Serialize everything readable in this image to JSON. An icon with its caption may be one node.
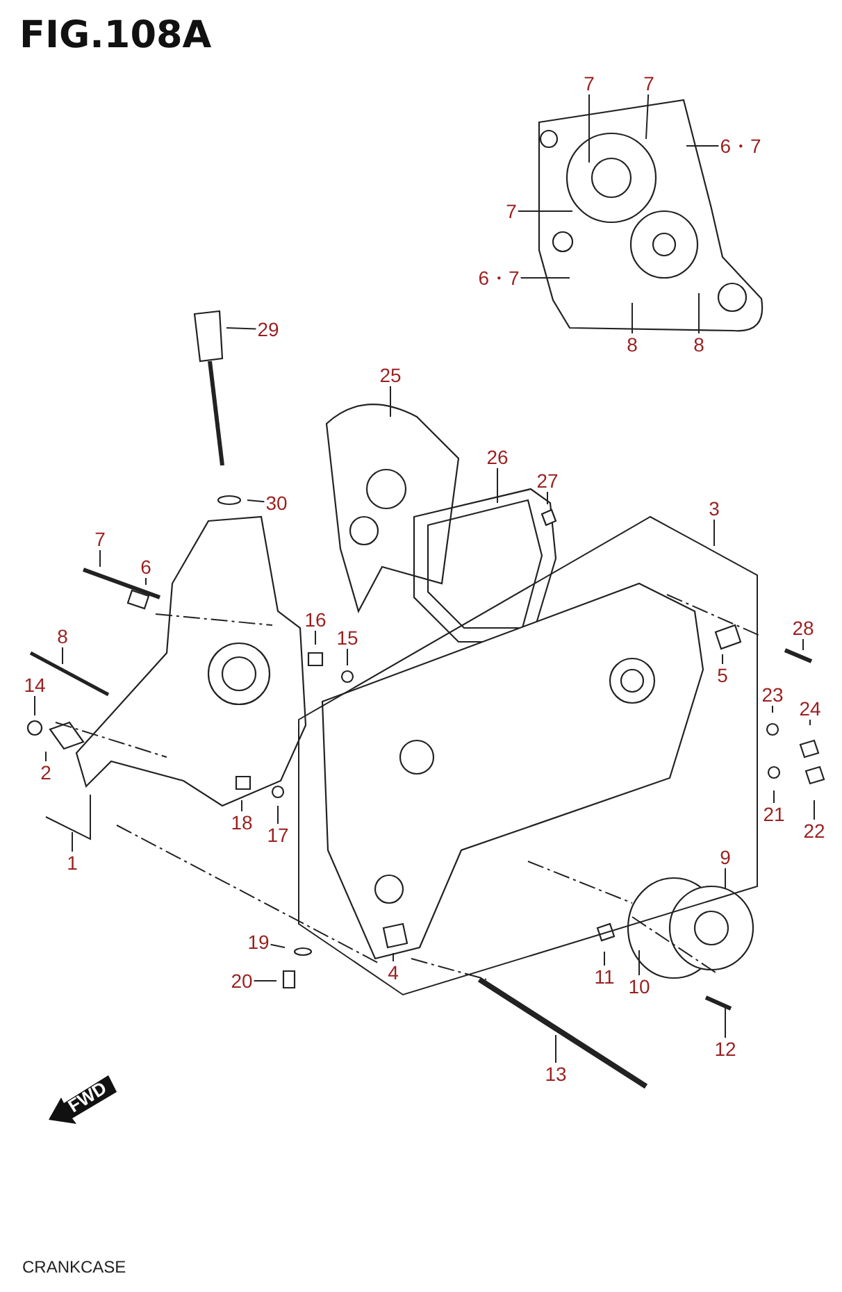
{
  "diagram": {
    "title": "FIG.108A",
    "caption": "CRANKCASE",
    "nodes": [
      {
        "text": [
          "7"
        ]
      },
      {
        "text": [
          "7"
        ]
      },
      {
        "text": [
          "6・7"
        ]
      },
      {
        "text": [
          "7"
        ]
      },
      {
        "text": [
          "6・7"
        ]
      },
      {
        "text": [
          "8"
        ]
      },
      {
        "text": [
          "8"
        ]
      },
      {
        "text": [
          "29"
        ]
      },
      {
        "text": [
          "25"
        ]
      },
      {
        "text": [
          "30"
        ]
      },
      {
        "text": [
          "26"
        ]
      },
      {
        "text": [
          "27"
        ]
      },
      {
        "text": [
          "3"
        ]
      },
      {
        "text": [
          "28"
        ]
      },
      {
        "text": [
          "5"
        ]
      },
      {
        "text": [
          "23"
        ]
      },
      {
        "text": [
          "24"
        ]
      },
      {
        "text": [
          "21"
        ]
      },
      {
        "text": [
          "22"
        ]
      },
      {
        "text": [
          "7"
        ]
      },
      {
        "text": [
          "6"
        ]
      },
      {
        "text": [
          "8"
        ]
      },
      {
        "text": [
          "14"
        ]
      },
      {
        "text": [
          "16"
        ]
      },
      {
        "text": [
          "15"
        ]
      },
      {
        "text": [
          "2"
        ]
      },
      {
        "text": [
          "1"
        ]
      },
      {
        "text": [
          "18"
        ]
      },
      {
        "text": [
          "17"
        ]
      },
      {
        "text": [
          "9"
        ]
      },
      {
        "text": [
          "19"
        ]
      },
      {
        "text": [
          "20"
        ]
      },
      {
        "text": [
          "4"
        ]
      },
      {
        "text": [
          "11"
        ]
      },
      {
        "text": [
          "10"
        ]
      },
      {
        "text": [
          "12"
        ]
      },
      {
        "text": [
          "13"
        ]
      }
    ],
    "edges": [
      {
        "from": 0,
        "to": null,
        "arrow": "none"
      },
      {
        "from": 1,
        "to": null,
        "arrow": "none"
      },
      {
        "from": 2,
        "to": null,
        "arrow": "none"
      },
      {
        "from": 3,
        "to": null,
        "arrow": "none"
      },
      {
        "from": 4,
        "to": null,
        "arrow": "none"
      },
      {
        "from": 5,
        "to": null,
        "arrow": "none"
      },
      {
        "from": 6,
        "to": null,
        "arrow": "none"
      },
      {
        "from": 7,
        "to": null,
        "arrow": "none"
      },
      {
        "from": 8,
        "to": null,
        "arrow": "none"
      },
      {
        "from": 9,
        "to": null,
        "arrow": "none"
      },
      {
        "from": 10,
        "to": null,
        "arrow": "none"
      },
      {
        "from": 11,
        "to": null,
        "arrow": "none"
      },
      {
        "from": 12,
        "to": null,
        "arrow": "none"
      },
      {
        "from": 13,
        "to": null,
        "arrow": "none"
      },
      {
        "from": 14,
        "to": null,
        "arrow": "none"
      },
      {
        "from": 15,
        "to": null,
        "arrow": "none"
      },
      {
        "from": 16,
        "to": null,
        "arrow": "none"
      },
      {
        "from": 17,
        "to": null,
        "arrow": "none"
      },
      {
        "from": 18,
        "to": null,
        "arrow": "none"
      },
      {
        "from": 19,
        "to": null,
        "arrow": "none"
      },
      {
        "from": 20,
        "to": null,
        "arrow": "none"
      },
      {
        "from": 21,
        "to": null,
        "arrow": "none"
      },
      {
        "from": 22,
        "to": null,
        "arrow": "none"
      },
      {
        "from": 23,
        "to": null,
        "arrow": "none"
      },
      {
        "from": 24,
        "to": null,
        "arrow": "none"
      },
      {
        "from": 25,
        "to": null,
        "arrow": "none"
      },
      {
        "from": 26,
        "to": null,
        "arrow": "none"
      },
      {
        "from": 27,
        "to": null,
        "arrow": "none"
      },
      {
        "from": 28,
        "to": null,
        "arrow": "none"
      },
      {
        "from": 29,
        "to": null,
        "arrow": "none"
      },
      {
        "from": 30,
        "to": null,
        "arrow": "none"
      },
      {
        "from": 31,
        "to": null,
        "arrow": "none"
      },
      {
        "from": 32,
        "to": null,
        "arrow": "none"
      },
      {
        "from": 33,
        "to": null,
        "arrow": "none"
      },
      {
        "from": 34,
        "to": null,
        "arrow": "none"
      },
      {
        "from": 35,
        "to": null,
        "arrow": "none"
      },
      {
        "from": 36,
        "to": null,
        "arrow": "none"
      }
    ],
    "labels": [
      "FWD"
    ]
  }
}
